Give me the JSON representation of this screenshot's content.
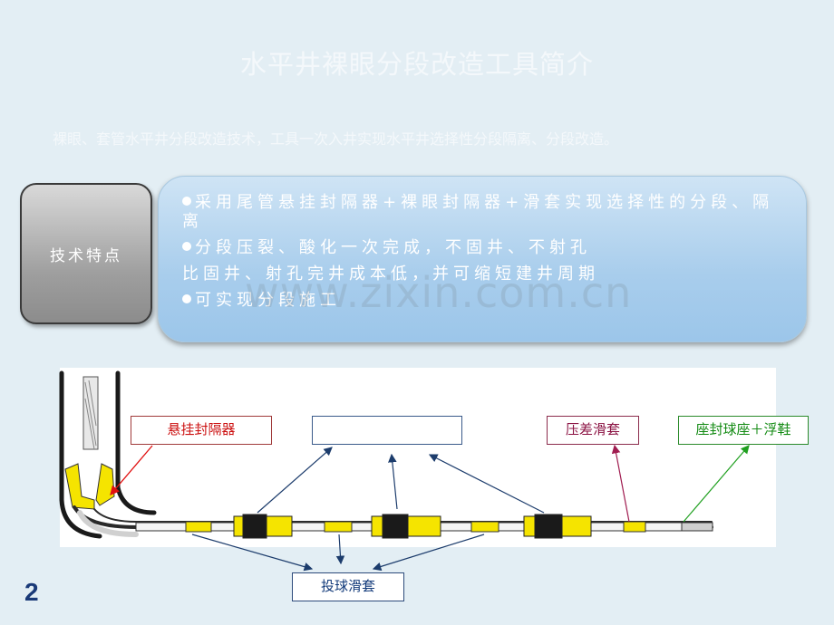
{
  "slide": {
    "title": "水平井裸眼分段改造工具简介",
    "subtitle": "裸眼、套管水平井分段改造技术，工具一次入井实现水平井选择性分段隔离、分段改造。",
    "page_number": "2",
    "watermark": "www.zixin.com.cn"
  },
  "tech": {
    "label": "技术特点",
    "features": [
      "采用尾管悬挂封隔器+裸眼封隔器+滑套实现选择性的分段、隔离",
      "分段压裂、酸化一次完成，不固井、不射孔",
      "比固井、射孔完井成本低，并可缩短建井周期",
      "可实现分段施工"
    ]
  },
  "diagram": {
    "callouts": {
      "liner_hanger": "悬挂封隔器",
      "openhole_packer": "",
      "pressure_sleeve": "压差滑套",
      "ball_seat_shoe": "座封球座＋浮鞋",
      "ball_sleeve": "投球滑套"
    },
    "colors": {
      "tool_yellow": "#f5e400",
      "casing_black": "#1a1a1a",
      "arrow_red": "#e01010",
      "arrow_blue": "#1c3c6c",
      "arrow_green": "#20a020",
      "arrow_maroon": "#a01c50"
    }
  }
}
